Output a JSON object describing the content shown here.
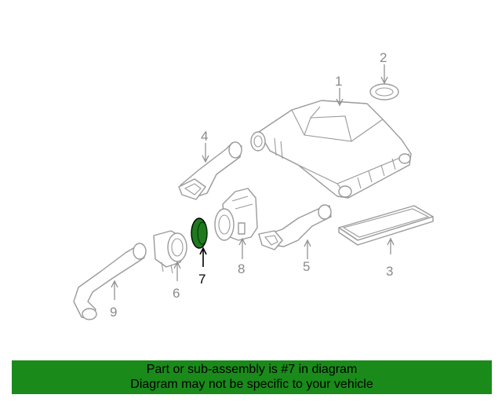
{
  "diagram": {
    "callouts": {
      "c1": "1",
      "c2": "2",
      "c3": "3",
      "c4": "4",
      "c5": "5",
      "c6": "6",
      "c7": "7",
      "c8": "8",
      "c9": "9"
    },
    "highlight_color": "#1e7a1e",
    "line_color": "#9a9a9a"
  },
  "banner": {
    "line1": "Part or sub-assembly is #7 in diagram",
    "line2": "Diagram may not be specific to your vehicle",
    "background": "#1a8a1a"
  }
}
